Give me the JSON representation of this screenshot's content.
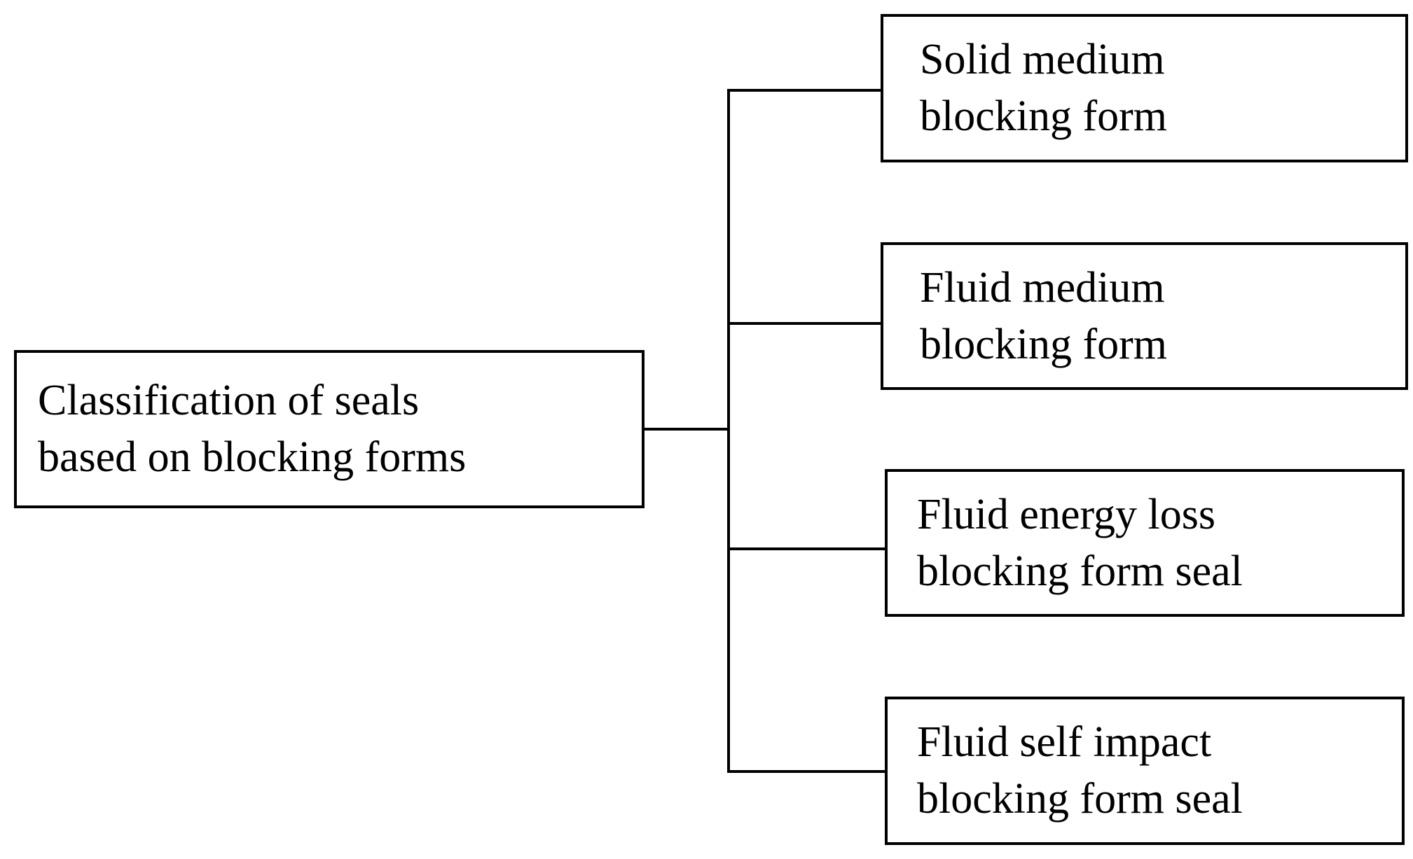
{
  "diagram": {
    "type": "tree-hierarchy",
    "orientation": "left-to-right",
    "background_color": "#ffffff",
    "line_color": "#000000",
    "text_color": "#000000",
    "root": {
      "id": "root",
      "label": "Classification of seals\nbased on blocking forms",
      "line1": "Classification of seals",
      "line2": "based on blocking forms"
    },
    "children": [
      {
        "id": "child-0",
        "label": "Solid medium\nblocking form",
        "line1": "Solid medium",
        "line2": "blocking form"
      },
      {
        "id": "child-1",
        "label": "Fluid medium\nblocking form",
        "line1": "Fluid medium",
        "line2": "blocking form"
      },
      {
        "id": "child-2",
        "label": "Fluid energy loss\nblocking form seal",
        "line1": "Fluid energy loss",
        "line2": "blocking form seal"
      },
      {
        "id": "child-3",
        "label": "Fluid self impact\nblocking form seal",
        "line1": "Fluid self impact",
        "line2": "blocking form seal"
      }
    ]
  }
}
